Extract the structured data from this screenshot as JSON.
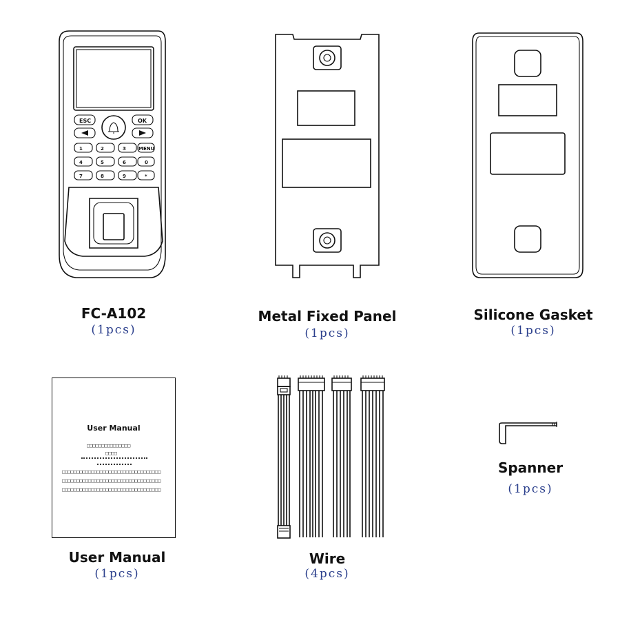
{
  "items": [
    {
      "id": "device",
      "title": "FC-A102",
      "qty": "(1pcs)"
    },
    {
      "id": "panel",
      "title": "Metal Fixed Panel",
      "qty": "(1pcs)"
    },
    {
      "id": "gasket",
      "title": "Silicone Gasket",
      "qty": "(1pcs)"
    },
    {
      "id": "manual",
      "title": "User Manual",
      "qty": "(1pcs)"
    },
    {
      "id": "wire",
      "title": "Wire",
      "qty": "(4pcs)"
    },
    {
      "id": "spanner",
      "title": "Spanner",
      "qty": "(1pcs)"
    }
  ],
  "device_keys": {
    "esc": "ESC",
    "ok": "OK",
    "menu": "MENU",
    "digits": [
      "1",
      "2",
      "3",
      "4",
      "5",
      "6",
      "7",
      "8",
      "9",
      "0",
      "*"
    ]
  },
  "manual_cover_title": "User Manual"
}
